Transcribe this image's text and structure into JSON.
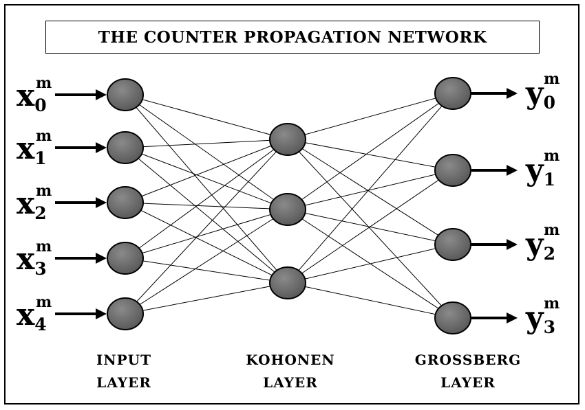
{
  "title": "THE COUNTER PROPAGATION NETWORK",
  "inputs": [
    {
      "base": "x",
      "sub": "0",
      "sup": "m"
    },
    {
      "base": "x",
      "sub": "1",
      "sup": "m"
    },
    {
      "base": "x",
      "sub": "2",
      "sup": "m"
    },
    {
      "base": "x",
      "sub": "3",
      "sup": "m"
    },
    {
      "base": "x",
      "sub": "4",
      "sup": "m"
    }
  ],
  "outputs": [
    {
      "base": "y",
      "sub": "0",
      "sup": "m"
    },
    {
      "base": "y",
      "sub": "1",
      "sup": "m"
    },
    {
      "base": "y",
      "sub": "2",
      "sup": "m"
    },
    {
      "base": "y",
      "sub": "3",
      "sup": "m"
    }
  ],
  "layers": {
    "input": {
      "line1": "INPUT",
      "line2": "LAYER",
      "node_count": 5
    },
    "kohonen": {
      "line1": "KOHONEN",
      "line2": "LAYER",
      "node_count": 3
    },
    "grossberg": {
      "line1": "GROSSBERG",
      "line2": "LAYER",
      "node_count": 4
    }
  },
  "colors": {
    "node_fill": "#6e6e6e",
    "node_stroke": "#000000",
    "line": "#000000"
  }
}
